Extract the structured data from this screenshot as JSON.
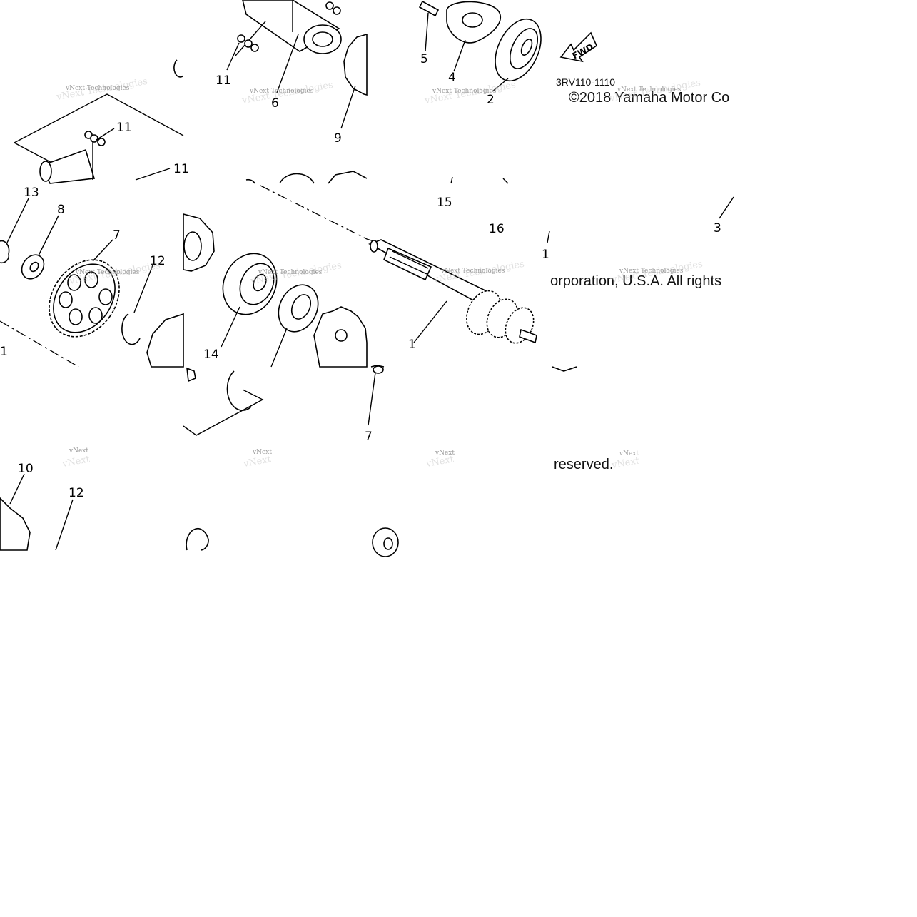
{
  "diagram": {
    "part_code": "3RV110-1110",
    "copyright_line1": "©2018 Yamaha Motor Co",
    "copyright_line2": "orporation, U.S.A. All rights",
    "copyright_line3": "reserved.",
    "fwd_label": "FWD",
    "watermark_text": "vNext Technologies",
    "watermark_short": "vNext",
    "callouts": {
      "c1": "1",
      "c1b": "1",
      "c2": "2",
      "c3": "3",
      "c4": "4",
      "c5": "5",
      "c6": "6",
      "c7a": "7",
      "c7b": "7",
      "c8": "8",
      "c9": "9",
      "c10": "10",
      "c11a": "11",
      "c11b": "11",
      "c11c": "11",
      "c12a": "12",
      "c12b": "12",
      "c13": "13",
      "c14": "14",
      "c15": "15",
      "c16": "16",
      "c17": "1"
    }
  }
}
